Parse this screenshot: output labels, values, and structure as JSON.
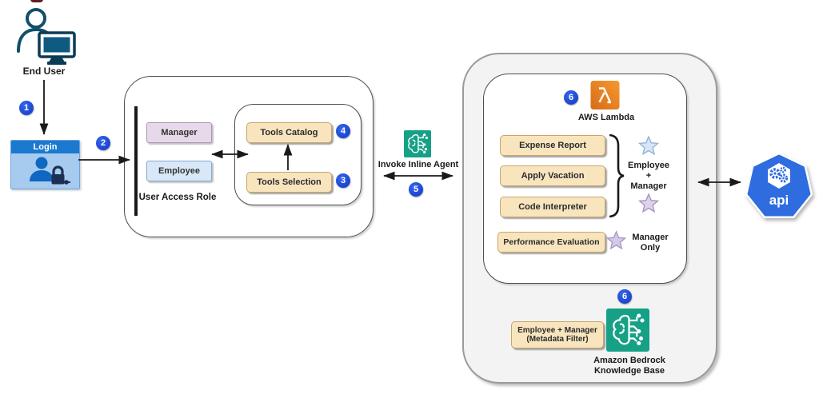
{
  "diagram": {
    "end_user": {
      "label": "End User"
    },
    "login": {
      "title": "Login"
    },
    "badges": {
      "step1": "1",
      "step2": "2",
      "step3": "3",
      "step4": "4",
      "step5": "5",
      "step6_lambda": "6",
      "step6_kb": "6"
    },
    "user_access_role": {
      "title": "User Access Role",
      "roles": [
        {
          "label": "Manager"
        },
        {
          "label": "Employee"
        }
      ],
      "tools_catalog": "Tools Catalog",
      "tools_selection": "Tools Selection"
    },
    "invoke_inline_agent": {
      "label": "Invoke Inline Agent"
    },
    "lambda_section": {
      "service": "AWS Lambda",
      "tools": [
        "Expense Report",
        "Apply Vacation",
        "Code Interpreter"
      ],
      "shared_access": {
        "line1": "Employee",
        "line2": "+",
        "line3": "Manager"
      },
      "restricted_tool": "Performance Evaluation",
      "restricted_access": {
        "line1": "Manager",
        "line2": "Only"
      }
    },
    "knowledge_base": {
      "filter_line1": "Employee + Manager",
      "filter_line2": "(Metadata Filter)",
      "service_line1": "Amazon Bedrock",
      "service_line2": "Knowledge Base"
    },
    "api": {
      "label": "api"
    },
    "colors": {
      "badge_blue": "#1743CE",
      "lambda_orange": "#E8821D",
      "bedrock_teal": "#16A186",
      "api_blue": "#2E6CE0",
      "tool_box_fill": "#F8E5BE",
      "manager_fill": "#E7D9E9",
      "employee_fill": "#D8E8F9",
      "login_header": "#1B79CF",
      "login_body": "#A6CBEE"
    }
  }
}
